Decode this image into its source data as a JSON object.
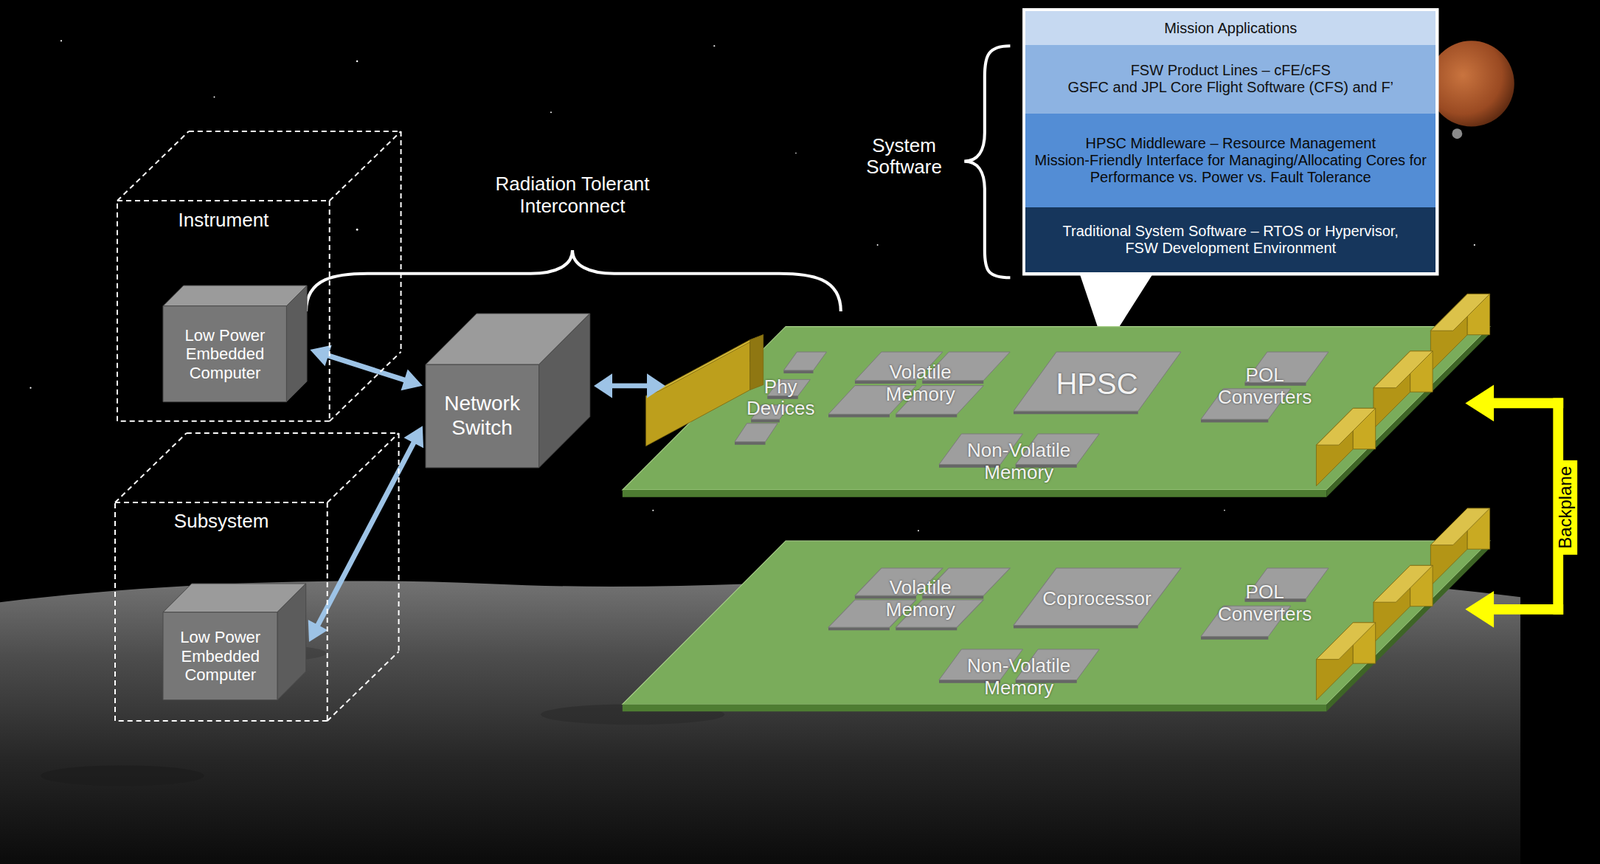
{
  "diagram": {
    "nodes": [
      {
        "text": [
          "Instrument"
        ]
      },
      {
        "text": [
          "Low Power Embedded Computer"
        ],
        "in": 0
      },
      {
        "text": [
          "Subsystem"
        ]
      },
      {
        "text": [
          "Low Power Embedded Computer"
        ],
        "in": 2
      },
      {
        "text": [
          "Network Switch"
        ]
      },
      {
        "text": [
          "Mission Applications"
        ]
      },
      {
        "text": [
          "FSW Product Lines – cFE/cFS",
          "GSFC and JPL Core Flight Software (CFS) and F’"
        ]
      },
      {
        "text": [
          "HPSC Middleware – Resource Management",
          "Mission-Friendly Interface for Managing/Allocating Cores for Performance vs. Power vs. Fault Tolerance"
        ]
      },
      {
        "text": [
          "Traditional System Software – RTOS or Hypervisor,",
          "FSW Development Environment"
        ]
      },
      {
        "text": [
          "Phy Devices"
        ]
      },
      {
        "text": [
          "Volatile Memory"
        ]
      },
      {
        "text": [
          "HPSC"
        ]
      },
      {
        "text": [
          "POL Converters"
        ]
      },
      {
        "text": [
          "Non-Volatile Memory"
        ]
      },
      {
        "text": [
          "Volatile Memory"
        ]
      },
      {
        "text": [
          "Coprocessor"
        ]
      },
      {
        "text": [
          "POL Converters"
        ]
      },
      {
        "text": [
          "Non-Volatile Memory"
        ]
      }
    ],
    "edges": [
      {
        "from": 1,
        "to": 4,
        "arrow": "both"
      },
      {
        "from": 3,
        "to": 4,
        "arrow": "both"
      }
    ],
    "labels": [
      "System Software",
      "Radiation Tolerant Interconnect",
      "Backplane"
    ]
  }
}
